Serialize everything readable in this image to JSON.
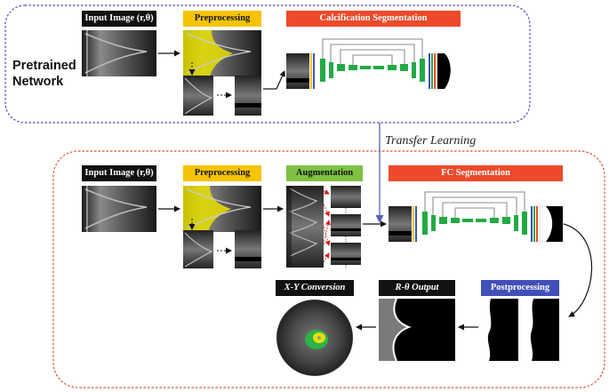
{
  "labels": {
    "input_image_top": "Input Image (r,θ)",
    "preprocessing_top": "Preprocessing",
    "calcification_segmentation": "Calcification Segmentation",
    "input_image_bottom": "Input Image (r,θ)",
    "preprocessing_bottom": "Preprocessing",
    "augmentation": "Augmentation",
    "fc_segmentation": "FC Segmentation",
    "postprocessing": "Postprocessing",
    "r_theta_output": "R-θ Output",
    "xy_conversion": "X-Y Conversion"
  },
  "pretrained_network": [
    "Pretrained",
    "Network"
  ],
  "transfer_learning": "Transfer Learning",
  "colors": {
    "top_frame": "#4a4fb0",
    "bottom_frame": "#e0502e",
    "transfer_arrow": "#5a5fb8",
    "aug_arrow": "#d42020",
    "highlight_yellow": "#e8e000",
    "unet_green": "#22aa44"
  }
}
